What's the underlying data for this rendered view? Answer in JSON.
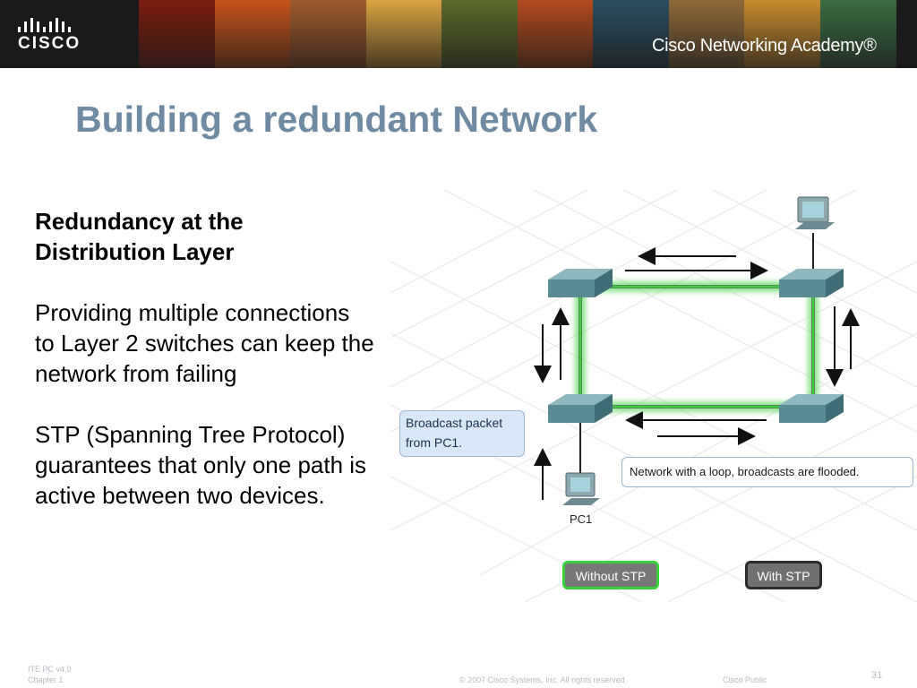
{
  "header": {
    "logo_text": "CISCO",
    "academy_text": "Cisco Networking Academy®",
    "photo_colors": [
      "#7a1d0f",
      "#c8531b",
      "#a05a2d",
      "#d9a441",
      "#5b6a2c",
      "#b34a1f",
      "#2d4d5e",
      "#8f6a3a",
      "#c88c2f",
      "#3c6b43"
    ]
  },
  "slide": {
    "title": "Building a redundant Network",
    "heading": "Redundancy at the Distribution Layer",
    "paragraph1": "Providing multiple connections to Layer 2 switches can keep the network from failing",
    "paragraph2": "STP (Spanning Tree Protocol) guarantees that only one path is active between two devices."
  },
  "diagram": {
    "callout_broadcast": "Broadcast packet from PC1.",
    "callout_loop": "Network with a loop, broadcasts are flooded.",
    "pc1_label": "PC1",
    "button_without_stp": "Without STP",
    "button_with_stp": "With STP",
    "link_color": "#39d13a",
    "switch_color": "#5a8a94"
  },
  "footer": {
    "course": "ITE PC v4.0",
    "chapter": "Chapter 1",
    "copyright": "© 2007 Cisco Systems, Inc. All rights reserved.",
    "classification": "Cisco Public",
    "page_number": "31"
  }
}
